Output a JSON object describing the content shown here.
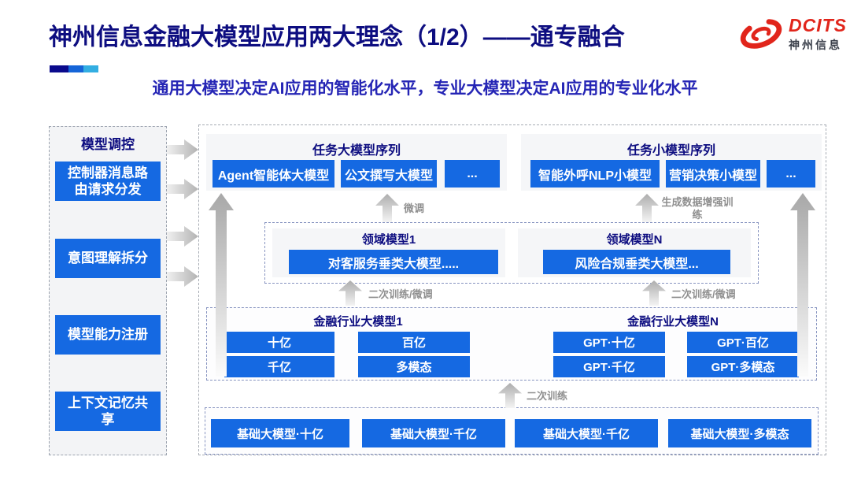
{
  "header": {
    "title": "神州信息金融大模型应用两大理念（1/2）——通专融合",
    "subtitle": "通用大模型决定AI应用的智能化水平，专业大模型决定AI应用的专业化水平",
    "logo": {
      "brand": "DCITS",
      "brand_cn": "神州信息"
    }
  },
  "sidebar": {
    "title": "模型调控",
    "items": [
      "控制器消息路由请求分发",
      "意图理解拆分",
      "模型能力注册",
      "上下文记忆共享"
    ]
  },
  "task_large": {
    "title": "任务大模型序列",
    "items": [
      "Agent智能体大模型",
      "公文撰写大模型",
      "..."
    ]
  },
  "task_small": {
    "title": "任务小模型序列",
    "items": [
      "智能外呼NLP小模型",
      "营销决策小模型",
      "..."
    ]
  },
  "domain": {
    "group1": {
      "title": "领域模型1",
      "item": "对客服务垂类大模型....."
    },
    "groupN": {
      "title": "领域模型N",
      "item": "风险合规垂类大模型..."
    }
  },
  "industry": {
    "group1": {
      "title": "金融行业大模型1",
      "items": [
        "十亿",
        "百亿",
        "千亿",
        "多模态"
      ]
    },
    "groupN": {
      "title": "金融行业大模型N",
      "items": [
        "GPT·十亿",
        "GPT·百亿",
        "GPT·千亿",
        "GPT·多模态"
      ]
    }
  },
  "base": {
    "items": [
      "基础大模型·十亿",
      "基础大模型·千亿",
      "基础大模型·千亿",
      "基础大模型·多模态"
    ]
  },
  "arrow_labels": {
    "finetune": "微调",
    "gen_data_training": "生成数据增强训练",
    "second_training_finetune_left": "二次训练/微调",
    "second_training_finetune_right": "二次训练/微调",
    "second_training": "二次训练"
  },
  "colors": {
    "title_navy": "#0D0D80",
    "subtitle_blue": "#2525B5",
    "box_blue": "#1569E2",
    "logo_red": "#E1251B"
  }
}
